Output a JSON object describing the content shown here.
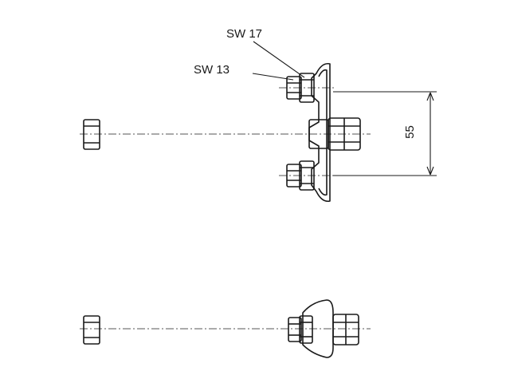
{
  "labels": {
    "wrench_large": "SW 17",
    "wrench_small": "SW 13",
    "dimension": "55"
  },
  "colors": {
    "line": "#1a1a1a",
    "center_line": "#555555",
    "background": "#ffffff"
  }
}
